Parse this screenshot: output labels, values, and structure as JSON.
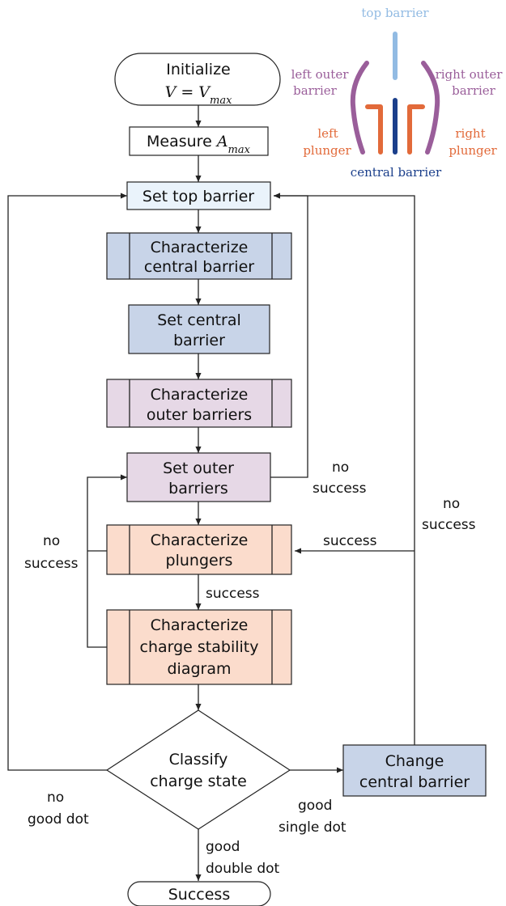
{
  "colors": {
    "start": "#ffffff",
    "top_barrier_box": "#eaf3fb",
    "central_box": "#c8d4e8",
    "outer_box": "#e6d8e6",
    "plunger_box": "#fbdccc",
    "legend_top": "#92bbe3",
    "legend_central": "#1b3f8b",
    "legend_outer": "#9a5e9a",
    "legend_plunger": "#e26a3a"
  },
  "nodes": {
    "initialize": {
      "line1": "Initialize",
      "line2": "V = V",
      "line2_sub": "max"
    },
    "measure": {
      "label": "Measure",
      "var": "A",
      "sub": "max"
    },
    "set_top": {
      "label": "Set top barrier"
    },
    "char_central": {
      "line1": "Characterize",
      "line2": "central barrier"
    },
    "set_central": {
      "line1": "Set central",
      "line2": "barrier"
    },
    "char_outer": {
      "line1": "Characterize",
      "line2": "outer barriers"
    },
    "set_outer": {
      "line1": "Set outer",
      "line2": "barriers"
    },
    "char_plungers": {
      "line1": "Characterize",
      "line2": "plungers"
    },
    "char_stability": {
      "line1": "Characterize",
      "line2": "charge stability",
      "line3": "diagram"
    },
    "classify": {
      "line1": "Classify",
      "line2": "charge state"
    },
    "change_central": {
      "line1": "Change",
      "line2": "central barrier"
    },
    "success": {
      "label": "Success"
    }
  },
  "edges": {
    "outer_fail": {
      "line1": "no",
      "line2": "success"
    },
    "plunger_loop": {
      "line1": "no",
      "line2": "success"
    },
    "plunger_success": "success",
    "change_fail": {
      "line1": "no",
      "line2": "success"
    },
    "change_success": "success",
    "no_good": {
      "line1": "no",
      "line2": "good dot"
    },
    "single": {
      "line1": "good",
      "line2": "single dot"
    },
    "double": {
      "line1": "good",
      "line2": "double dot"
    }
  },
  "legend": {
    "top_barrier": "top barrier",
    "left_outer": {
      "line1": "left outer",
      "line2": "barrier"
    },
    "right_outer": {
      "line1": "right outer",
      "line2": "barrier"
    },
    "left_plunger": {
      "line1": "left",
      "line2": "plunger"
    },
    "right_plunger": {
      "line1": "right",
      "line2": "plunger"
    },
    "central_barrier": "central barrier"
  }
}
